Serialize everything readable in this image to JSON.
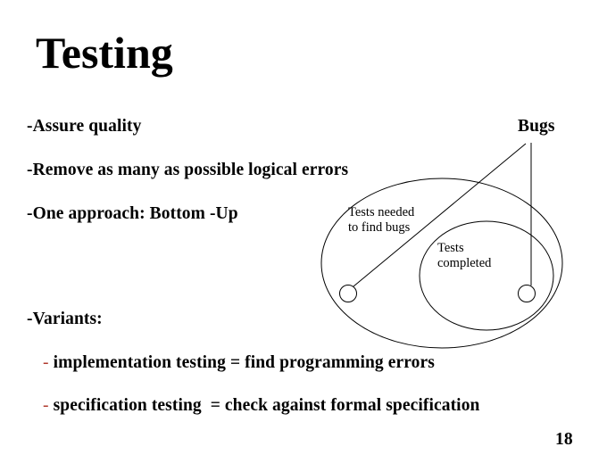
{
  "slide": {
    "title": "Testing",
    "page_number": "18",
    "bullets": [
      {
        "dash": "-",
        "text": "Assure quality"
      },
      {
        "dash": "-",
        "text": "Remove as many as possible logical errors"
      },
      {
        "dash": "-",
        "text": "One approach: Bottom -Up"
      },
      {
        "dash": "-",
        "text": "Variants:"
      }
    ],
    "sub_bullets": [
      {
        "dash": "-",
        "text": "implementation testing = find programming errors"
      },
      {
        "dash": "-",
        "text": "specification testing  = check against formal specification"
      }
    ],
    "diagram": {
      "bugs_label": "Bugs",
      "outer_label_line1": "Tests needed",
      "outer_label_line2": "to find bugs",
      "inner_label_line1": "Tests",
      "inner_label_line2": "completed"
    },
    "colors": {
      "sub_bullet_dash": "#b03a2e"
    }
  }
}
